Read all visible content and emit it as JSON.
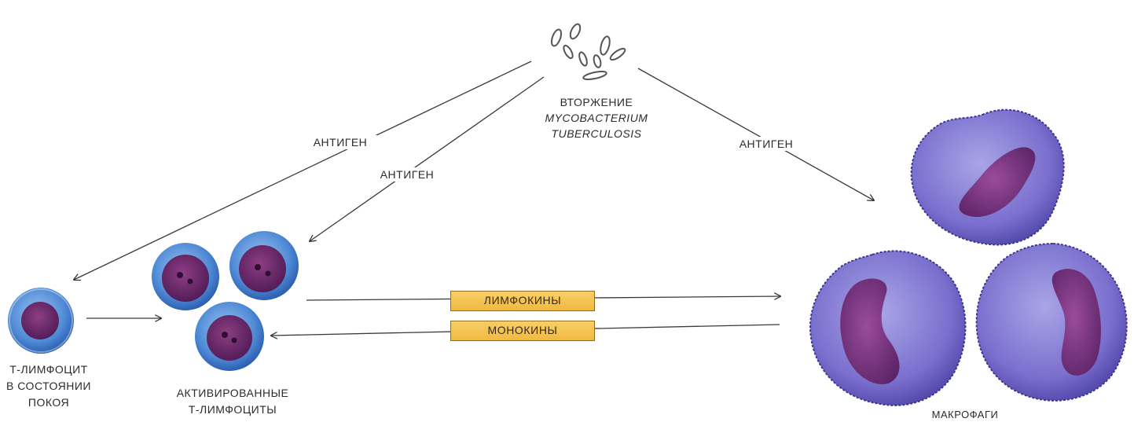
{
  "bacteria": {
    "icon": "bacteria-cluster-icon",
    "label_line1": "ВТОРЖЕНИЕ",
    "label_line2": "MYCOBACTERIUM",
    "label_line3": "TUBERCULOSIS"
  },
  "arrows": {
    "antigen_to_resting": "АНТИГЕН",
    "antigen_to_activated": "АНТИГЕН",
    "antigen_to_macrophages": "АНТИГЕН"
  },
  "signals": {
    "lymphokines": "ЛИМФОКИНЫ",
    "monokines": "МОНОКИНЫ"
  },
  "cells": {
    "resting_line1": "Т-ЛИМФОЦИТ",
    "resting_line2": "В СОСТОЯНИИ",
    "resting_line3": "ПОКОЯ",
    "activated_line1": "АКТИВИРОВАННЫЕ",
    "activated_line2": "Т-ЛИМФОЦИТЫ",
    "macrophages": "МАКРОФАГИ"
  },
  "colors": {
    "lymph_outer": "#3f7fd0",
    "lymph_nucleus": "#6a2a6a",
    "macrophage_body": "#6e62c0",
    "macrophage_nucleus": "#7b3a86",
    "badge_fill": "#f3c24f",
    "arrow": "#3a3a3a"
  }
}
